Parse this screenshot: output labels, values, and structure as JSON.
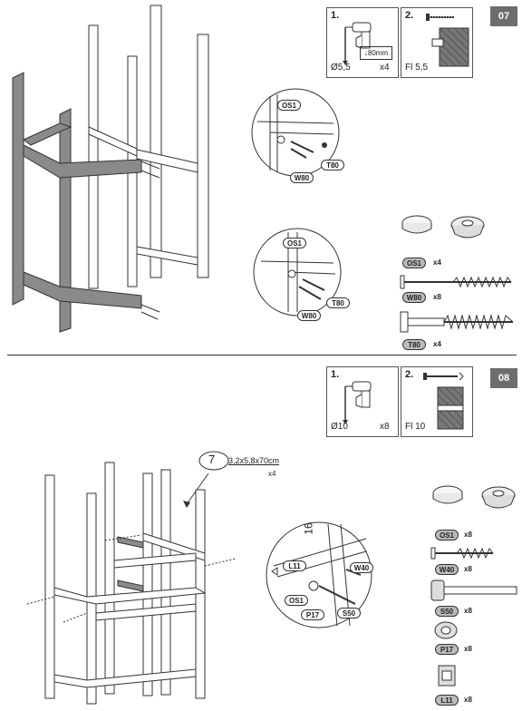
{
  "steps": [
    {
      "number": "07",
      "tools": [
        {
          "index": "1.",
          "drill": "Ø5,5",
          "depth": "↓80mm",
          "count": "x4"
        },
        {
          "index": "2.",
          "fixing": "Fl 5,5"
        }
      ],
      "callouts": [
        {
          "labels": [
            "OS1",
            "T80",
            "W80"
          ]
        },
        {
          "labels": [
            "OS1",
            "T80",
            "W80"
          ]
        }
      ],
      "parts": [
        {
          "code": "OS1",
          "qty": "x4"
        },
        {
          "code": "W80",
          "qty": "x8"
        },
        {
          "code": "T80",
          "qty": "x4"
        }
      ]
    },
    {
      "number": "08",
      "tools": [
        {
          "index": "1.",
          "drill": "Ø10",
          "count": "x8"
        },
        {
          "index": "2.",
          "fixing": "Fl 10"
        }
      ],
      "beam": {
        "number": "7",
        "size": "3,2x5,8x70cm",
        "qty": "x4"
      },
      "callout": {
        "labels": [
          "L11",
          "W40",
          "OS1",
          "P17",
          "S50"
        ],
        "marker": "16"
      },
      "parts": [
        {
          "code": "OS1",
          "qty": "x8"
        },
        {
          "code": "W40",
          "qty": "x8"
        },
        {
          "code": "S50",
          "qty": "x8"
        },
        {
          "code": "P17",
          "qty": "x8"
        },
        {
          "code": "L11",
          "qty": "x8"
        }
      ]
    }
  ],
  "colors": {
    "badge": "#6d6d6d",
    "beam": "#8a8a8a",
    "pill": "#bbbbbb"
  }
}
